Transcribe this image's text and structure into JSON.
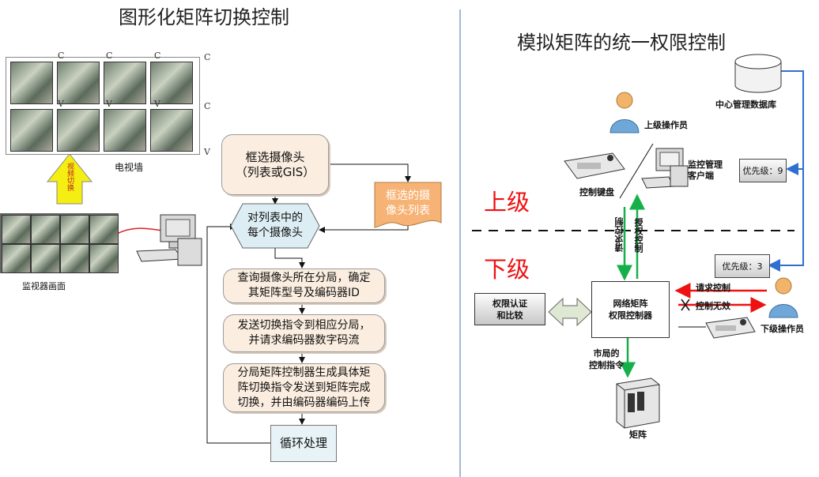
{
  "left": {
    "title": "图形化矩阵切换控制",
    "tv_wall_label": "电视墙",
    "monitor_label": "监视器画面",
    "arrow_text": "视频切换",
    "tv_letters": [
      "C",
      "C",
      "C",
      "C",
      "C",
      "V",
      "V",
      "V",
      "V"
    ],
    "flow": {
      "select": "框选摄像头\n（列表或GIS）",
      "list_doc": "框选的摄\n像头列表",
      "each": "对列表中的\n每个摄像头",
      "step1": "查询摄像头所在分局，确定\n其矩阵型号及编码器ID",
      "step2": "发送切换指令到相应分局，\n并请求编码器数字码流",
      "step3": "分局矩阵控制器生成具体矩\n阵切换指令发送到矩阵完成\n切换，并由编码器编码上传",
      "loop": "循环处理"
    }
  },
  "right": {
    "title": "模拟矩阵的统一权限控制",
    "db_label": "中心管理数据库",
    "upper_operator": "上级操作员",
    "control_keyboard": "控制键盘",
    "client": "监控管理\n客户端",
    "priority_upper": "优先级：9",
    "priority_lower": "优先级：3",
    "upper_level": "上级",
    "lower_level": "下级",
    "request_up": "请求控制",
    "grant_control": "授权控制",
    "matrix_ctrl": "网络矩阵\n权限控制器",
    "auth": "权限认证\n和比较",
    "req_control": "请求控制",
    "ctrl_invalid": "控制无效",
    "lower_operator": "下级操作员",
    "city_cmd": "市局的\n控制指令",
    "matrix": "矩阵"
  },
  "colors": {
    "flow_fill": "#fbeee0",
    "each_fill": "#dcedf3",
    "doc_fill": "#f7b376",
    "red": "#ee1111",
    "green": "#16b04a",
    "blue": "#2f6fd0",
    "yellow": "#f4ee12"
  }
}
